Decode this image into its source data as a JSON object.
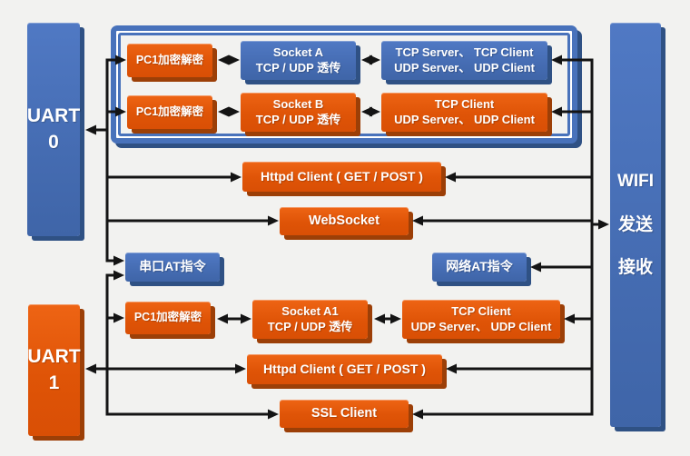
{
  "title": "UART to WIFI software architecture diagram",
  "colors": {
    "background": "#f2f2f0",
    "orange_box": "#df5407",
    "orange_shadow": "#9c3f07",
    "blue_box": "#4872bb",
    "blue_shadow": "#2f5184",
    "arrow": "#141414",
    "text": "#ffffff"
  },
  "nodes": {
    "uart0": "UART\n0",
    "uart1": "UART\n1",
    "wifi": {
      "line1": "WIFI",
      "line2": "发送",
      "line3": "接收"
    },
    "encrypt1": "PC1加密解密",
    "encrypt2": "PC1加密解密",
    "encrypt3": "PC1加密解密",
    "socket_a": "Socket A\nTCP / UDP 透传",
    "socket_b": "Socket B\nTCP / UDP 透传",
    "socket_a1": "Socket A1\nTCP / UDP 透传",
    "modes_a": "TCP Server、 TCP Client\nUDP Server、 UDP Client",
    "modes_b": "TCP Client\nUDP Server、 UDP Client",
    "modes_a1": "TCP Client\nUDP Server、 UDP Client",
    "httpd1": "Httpd Client ( GET / POST )",
    "websocket": "WebSocket",
    "serial_at": "串口AT指令",
    "net_at": "网络AT指令",
    "httpd2": "Httpd Client ( GET / POST )",
    "ssl": "SSL Client"
  }
}
